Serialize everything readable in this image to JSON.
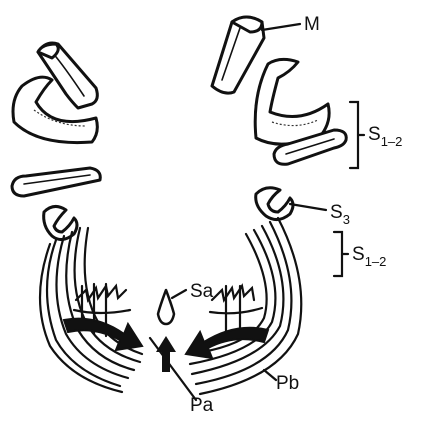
{
  "figure": {
    "labels": {
      "M": "M",
      "S12_upper_main": "S",
      "S12_upper_sub": "1–2",
      "S3_main": "S",
      "S3_sub": "3",
      "S12_lower_main": "S",
      "S12_lower_sub": "1–2",
      "Sa": "Sa",
      "Pa": "Pa",
      "Pb": "Pb"
    }
  }
}
